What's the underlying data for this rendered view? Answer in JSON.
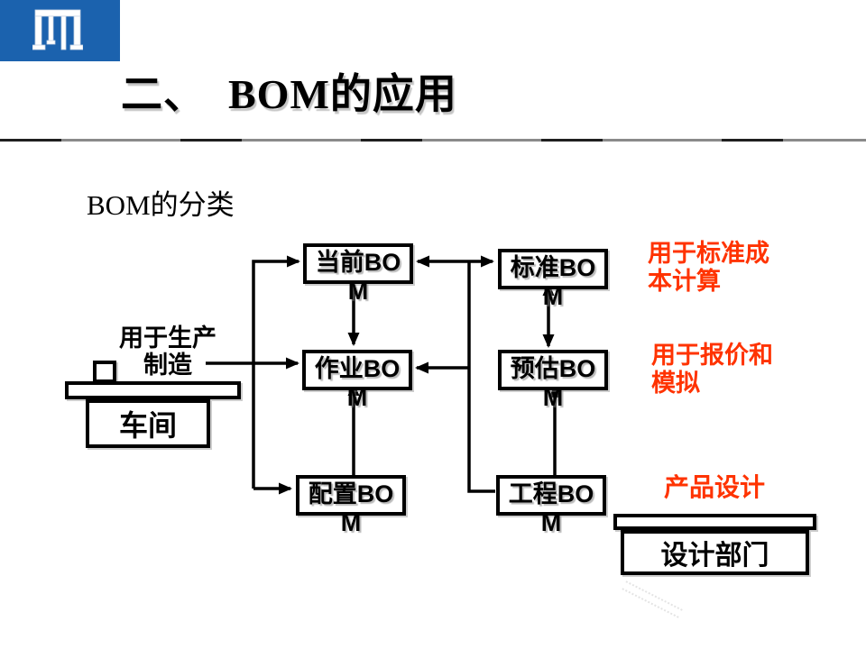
{
  "slide": {
    "title": "二、  BOM的应用",
    "subtitle": "BOM的分类"
  },
  "colors": {
    "logo_blue": "#1b62ae",
    "annotation_orange": "#ff3300",
    "diagram_line_black": "#000000"
  },
  "diagram": {
    "boxes": [
      {
        "label": "当前BOM"
      },
      {
        "label": "标准BOM"
      },
      {
        "label": "作业BOM"
      },
      {
        "label": "预估BOM"
      },
      {
        "label": "配置BOM"
      },
      {
        "label": "工程BOM"
      }
    ],
    "annotations": {
      "production_use": "用于生产\n制造",
      "standard_cost_use": "用于标准成\n本计算",
      "quote_simulation_use": "用于报价和\n模拟",
      "product_design": "产品设计"
    },
    "entities": {
      "workshop": "车间",
      "design_department": "设计部门"
    }
  }
}
